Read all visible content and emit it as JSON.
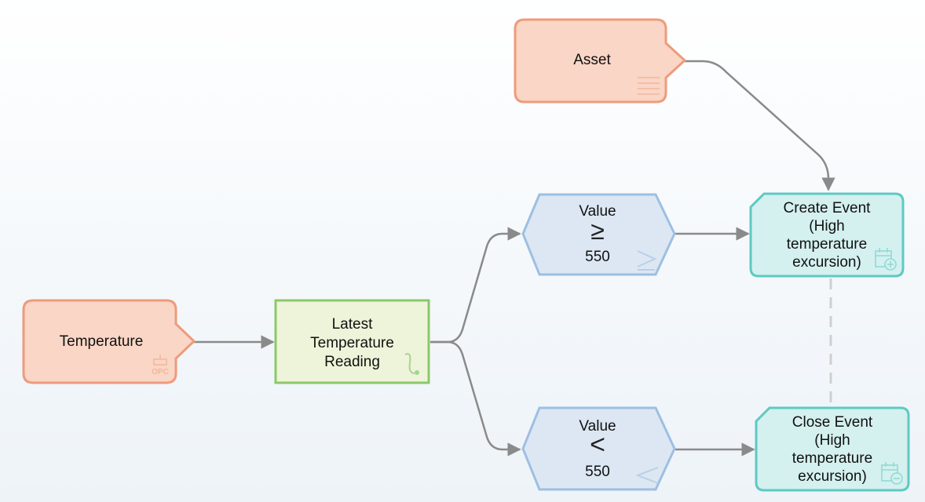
{
  "colors": {
    "source_fill": "#f9d6c6",
    "source_stroke": "#ee9b7c",
    "calc_fill": "#eef4d9",
    "calc_stroke": "#8bc86a",
    "cond_fill": "#dce7f3",
    "cond_stroke": "#9dbfe2",
    "action_fill": "#d4f0ef",
    "action_stroke": "#5ec9c4",
    "connector": "#8a8a8a",
    "dashed_connector": "#cfcfcf"
  },
  "nodes": {
    "asset": {
      "label": "Asset",
      "icon": "list-lines-icon"
    },
    "temperature": {
      "label": "Temperature",
      "icon": "opc-tag-icon",
      "icon_text": "OPC"
    },
    "latest": {
      "label_lines": [
        "Latest",
        "Temperature",
        "Reading"
      ],
      "icon": "latest-value-curve-icon"
    },
    "cond_high": {
      "label": "Value",
      "operator": "≥",
      "value": "550",
      "icon": "greater-equal-icon"
    },
    "cond_low": {
      "label": "Value",
      "operator": "<",
      "value": "550",
      "icon": "less-than-icon"
    },
    "create_event": {
      "label_lines": [
        "Create Event",
        "(High",
        "temperature",
        "excursion)"
      ],
      "icon": "calendar-plus-icon"
    },
    "close_event": {
      "label_lines": [
        "Close Event",
        "(High",
        "temperature",
        "excursion)"
      ],
      "icon": "calendar-minus-icon"
    }
  }
}
